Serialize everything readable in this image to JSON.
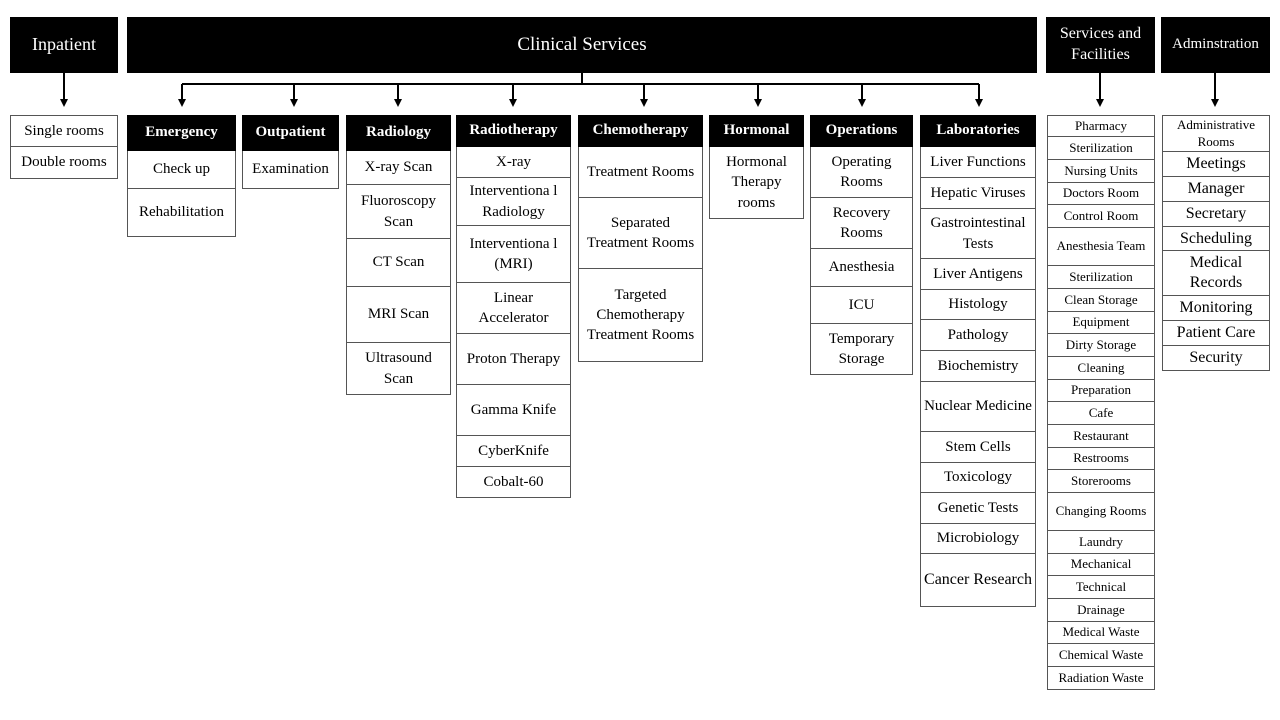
{
  "headers": {
    "inpatient": "Inpatient",
    "clinical": "Clinical Services",
    "services": "Services and Facilities",
    "admin": "Adminstration"
  },
  "inpatient": {
    "items": [
      "Single rooms",
      "Double rooms"
    ]
  },
  "clinical": {
    "categories": [
      {
        "name": "Emergency",
        "items": [
          "Check up",
          "Rehabilitation"
        ]
      },
      {
        "name": "Outpatient",
        "items": [
          "Examination"
        ]
      },
      {
        "name": "Radiology",
        "items": [
          "X-ray Scan",
          "Fluoroscopy Scan",
          "CT Scan",
          "MRI Scan",
          "Ultrasound Scan"
        ]
      },
      {
        "name": "Radiotherapy",
        "items": [
          "X-ray",
          "Interventiona l Radiology",
          "Interventiona l (MRI)",
          "Linear Accelerator",
          "Proton Therapy",
          "Gamma Knife",
          "CyberKnife",
          "Cobalt-60"
        ]
      },
      {
        "name": "Chemotherapy",
        "items": [
          "Treatment Rooms",
          "Separated Treatment Rooms",
          "Targeted Chemotherapy Treatment Rooms"
        ]
      },
      {
        "name": "Hormonal",
        "items": [
          "Hormonal Therapy rooms"
        ]
      },
      {
        "name": "Operations",
        "items": [
          "Operating Rooms",
          "Recovery Rooms",
          "Anesthesia",
          "ICU",
          "Temporary Storage"
        ]
      },
      {
        "name": "Laboratories",
        "items": [
          "Liver Functions",
          "Hepatic Viruses",
          "Gastrointestinal Tests",
          "Liver Antigens",
          "Histology",
          "Pathology",
          "Biochemistry",
          "Nuclear Medicine",
          "Stem Cells",
          "Toxicology",
          "Genetic Tests",
          "Microbiology",
          "Cancer Research"
        ]
      }
    ]
  },
  "services": {
    "items": [
      "Pharmacy",
      "Sterilization",
      "Nursing Units",
      "Doctors Room",
      "Control Room",
      "Anesthesia Team",
      "Sterilization",
      "Clean Storage",
      "Equipment",
      "Dirty Storage",
      "Cleaning",
      "Preparation",
      "Cafe",
      "Restaurant",
      "Restrooms",
      "Storerooms",
      "Changing Rooms",
      "Laundry",
      "Mechanical",
      "Technical",
      "Drainage",
      "Medical Waste",
      "Chemical Waste",
      "Radiation Waste"
    ]
  },
  "admin": {
    "items": [
      "Administrative Rooms",
      "Meetings",
      "Manager",
      "Secretary",
      "Scheduling",
      "Medical Records",
      "Monitoring",
      "Patient Care",
      "Security"
    ]
  }
}
